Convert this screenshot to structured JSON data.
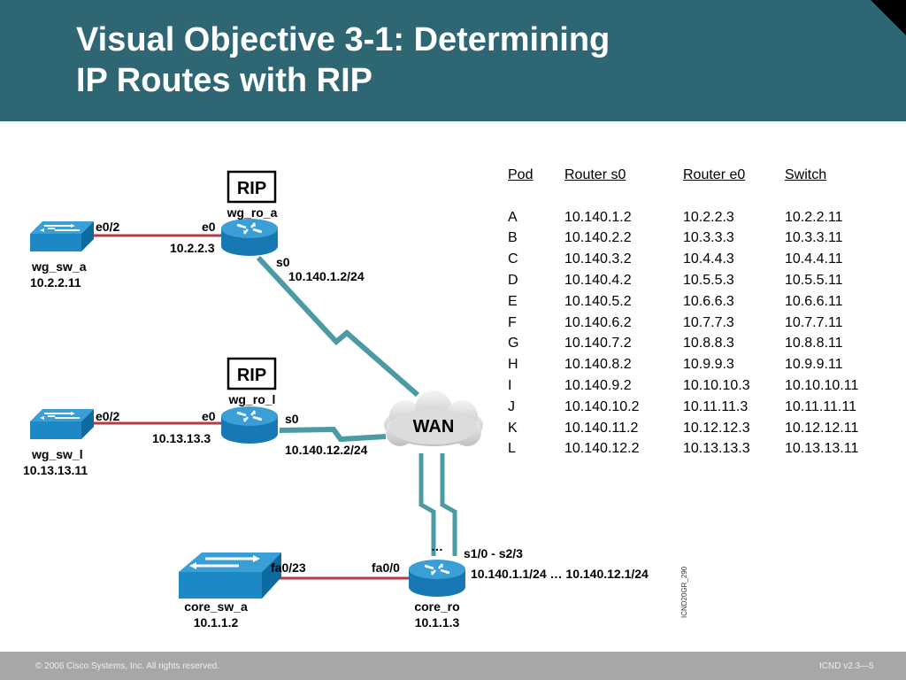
{
  "slide": {
    "title_line1": "Visual Objective 3-1: Determining",
    "title_line2": "IP Routes with RIP",
    "footer_left": "© 2006 Cisco Systems, Inc. All rights reserved.",
    "footer_right": "ICND v2.3—5",
    "figure_id": "ICND20GR_290"
  },
  "colors": {
    "header": "#2f6674",
    "footer": "#a7a7a7",
    "device": "#1e8ec9",
    "ethernet_link": "#b33a47",
    "serial_link": "#4c9aa4"
  },
  "diagram": {
    "rip_top": "RIP",
    "rip_mid": "RIP",
    "wg_ro_a": {
      "name": "wg_ro_a",
      "e0": "e0",
      "e0_ip": "10.2.2.3",
      "s0": "s0",
      "s0_ip": "10.140.1.2/24"
    },
    "wg_sw_a": {
      "name": "wg_sw_a",
      "ip": "10.2.2.11",
      "port": "e0/2"
    },
    "wg_ro_l": {
      "name": "wg_ro_l",
      "e0": "e0",
      "e0_ip": "10.13.13.3",
      "s0": "s0",
      "s0_ip": "10.140.12.2/24"
    },
    "wg_sw_l": {
      "name": "wg_sw_l",
      "ip": "10.13.13.11",
      "port": "e0/2"
    },
    "wan": "WAN",
    "core_ro": {
      "name": "core_ro",
      "ip": "10.1.1.3",
      "port": "fa0/0",
      "serial": "s1/0 - s2/3",
      "serial_ips": "10.140.1.1/24 … 10.140.12.1/24",
      "dots": "…"
    },
    "core_sw_a": {
      "name": "core_sw_a",
      "ip": "10.1.1.2",
      "port": "fa0/23"
    }
  },
  "table": {
    "headers": [
      "Pod",
      "Router s0",
      "Router e0",
      "Switch"
    ],
    "rows": [
      [
        "A",
        "10.140.1.2",
        "10.2.2.3",
        "10.2.2.11"
      ],
      [
        "B",
        "10.140.2.2",
        "10.3.3.3",
        "10.3.3.11"
      ],
      [
        "C",
        "10.140.3.2",
        "10.4.4.3",
        "10.4.4.11"
      ],
      [
        "D",
        "10.140.4.2",
        "10.5.5.3",
        "10.5.5.11"
      ],
      [
        "E",
        "10.140.5.2",
        "10.6.6.3",
        "10.6.6.11"
      ],
      [
        "F",
        "10.140.6.2",
        "10.7.7.3",
        "10.7.7.11"
      ],
      [
        "G",
        "10.140.7.2",
        "10.8.8.3",
        "10.8.8.11"
      ],
      [
        "H",
        "10.140.8.2",
        "10.9.9.3",
        "10.9.9.11"
      ],
      [
        "I",
        "10.140.9.2",
        "10.10.10.3",
        "10.10.10.11"
      ],
      [
        "J",
        "10.140.10.2",
        "10.11.11.3",
        "10.11.11.11"
      ],
      [
        "K",
        "10.140.11.2",
        "10.12.12.3",
        "10.12.12.11"
      ],
      [
        "L",
        "10.140.12.2",
        "10.13.13.3",
        "10.13.13.11"
      ]
    ]
  }
}
